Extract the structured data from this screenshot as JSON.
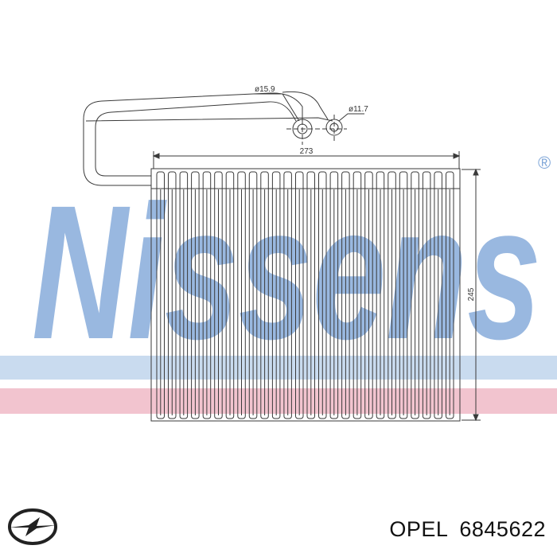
{
  "watermark": {
    "brand": "Nissens",
    "registered_mark": "®",
    "brand_color": "#7fa6d8",
    "stripe_blue": "#c9dbef",
    "stripe_pink": "#f2c4cf"
  },
  "drawing": {
    "dimensions": {
      "width": "273",
      "height": "245",
      "pipe_large_diameter": "ø15.9",
      "pipe_small_diameter": "ø11.7"
    },
    "fin_count": 26,
    "line_color": "#3a3a3a"
  },
  "footer": {
    "brand": "OPEL",
    "part_number": "6845622",
    "logo_icon": "opel-blitz-logo"
  }
}
